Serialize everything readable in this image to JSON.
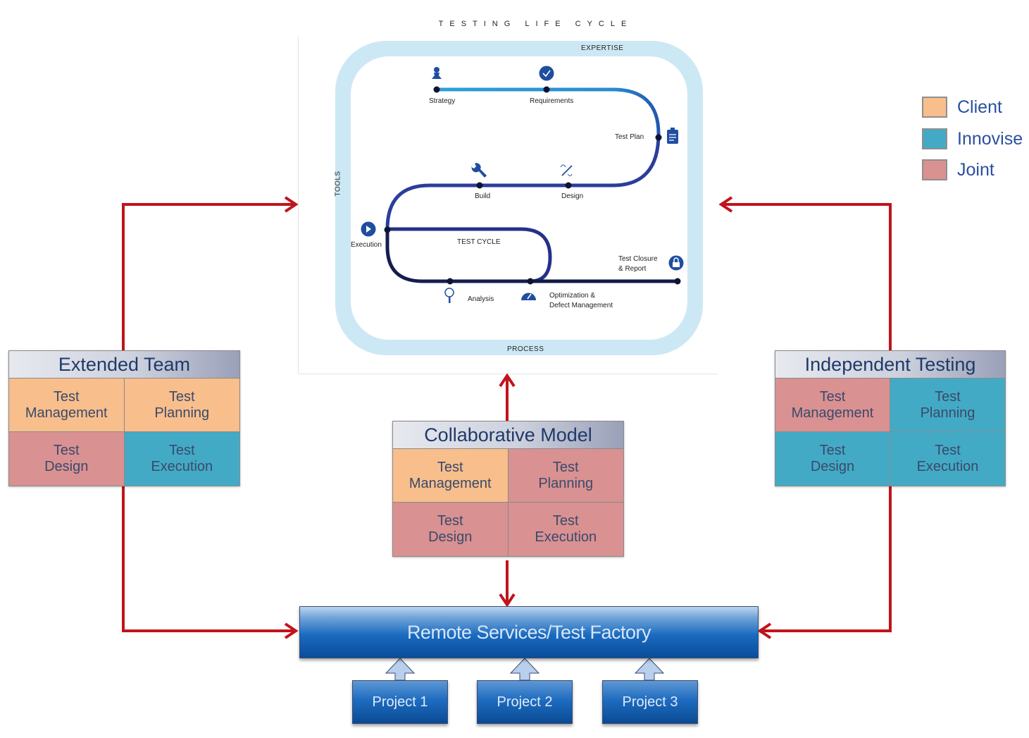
{
  "lifecycle": {
    "title": "TESTING LIFE CYCLE",
    "ring_labels": {
      "top": "EXPERTISE",
      "left": "TOOLS",
      "bottom": "PROCESS"
    },
    "cycle_label": "TEST CYCLE",
    "stages": [
      {
        "label": "Strategy",
        "icon": "pawn-icon"
      },
      {
        "label": "Requirements",
        "icon": "check-circle-icon"
      },
      {
        "label": "Test Plan",
        "icon": "clipboard-icon"
      },
      {
        "label": "Design",
        "icon": "pencil-icon"
      },
      {
        "label": "Build",
        "icon": "wrench-icon"
      },
      {
        "label": "Execution",
        "icon": "play-icon"
      },
      {
        "label": "Analysis",
        "icon": "magnifier-icon"
      },
      {
        "label": "Optimization &",
        "label2": "Defect Management",
        "icon": "gauge-icon"
      },
      {
        "label": "Test Closure",
        "label2": "& Report",
        "icon": "lock-icon"
      }
    ]
  },
  "legend": [
    {
      "label": "Client",
      "color": "#f8be8c"
    },
    {
      "label": "Innovise",
      "color": "#43aac6"
    },
    {
      "label": "Joint",
      "color": "#d99192"
    }
  ],
  "models": {
    "extended_team": {
      "title": "Extended Team",
      "cells": [
        {
          "line1": "Test",
          "line2": "Management",
          "owner": "Client"
        },
        {
          "line1": "Test",
          "line2": "Planning",
          "owner": "Client"
        },
        {
          "line1": "Test",
          "line2": "Design",
          "owner": "Joint"
        },
        {
          "line1": "Test",
          "line2": "Execution",
          "owner": "Innovise"
        }
      ]
    },
    "collaborative": {
      "title": "Collaborative Model",
      "cells": [
        {
          "line1": "Test",
          "line2": "Management",
          "owner": "Client"
        },
        {
          "line1": "Test",
          "line2": "Planning",
          "owner": "Joint"
        },
        {
          "line1": "Test",
          "line2": "Design",
          "owner": "Joint"
        },
        {
          "line1": "Test",
          "line2": "Execution",
          "owner": "Joint"
        }
      ]
    },
    "independent": {
      "title": "Independent Testing",
      "cells": [
        {
          "line1": "Test",
          "line2": "Management",
          "owner": "Joint"
        },
        {
          "line1": "Test",
          "line2": "Planning",
          "owner": "Innovise"
        },
        {
          "line1": "Test",
          "line2": "Design",
          "owner": "Innovise"
        },
        {
          "line1": "Test",
          "line2": "Execution",
          "owner": "Innovise"
        }
      ]
    }
  },
  "factory": {
    "title": "Remote Services/Test Factory",
    "projects": [
      "Project 1",
      "Project  2",
      "Project  3"
    ]
  },
  "colors": {
    "arrow": "#c0141c",
    "track_light": "#2a9ad6",
    "track_mid": "#283c9a",
    "track_dark": "#141c4a",
    "icon_blue": "#1f4ea0"
  }
}
